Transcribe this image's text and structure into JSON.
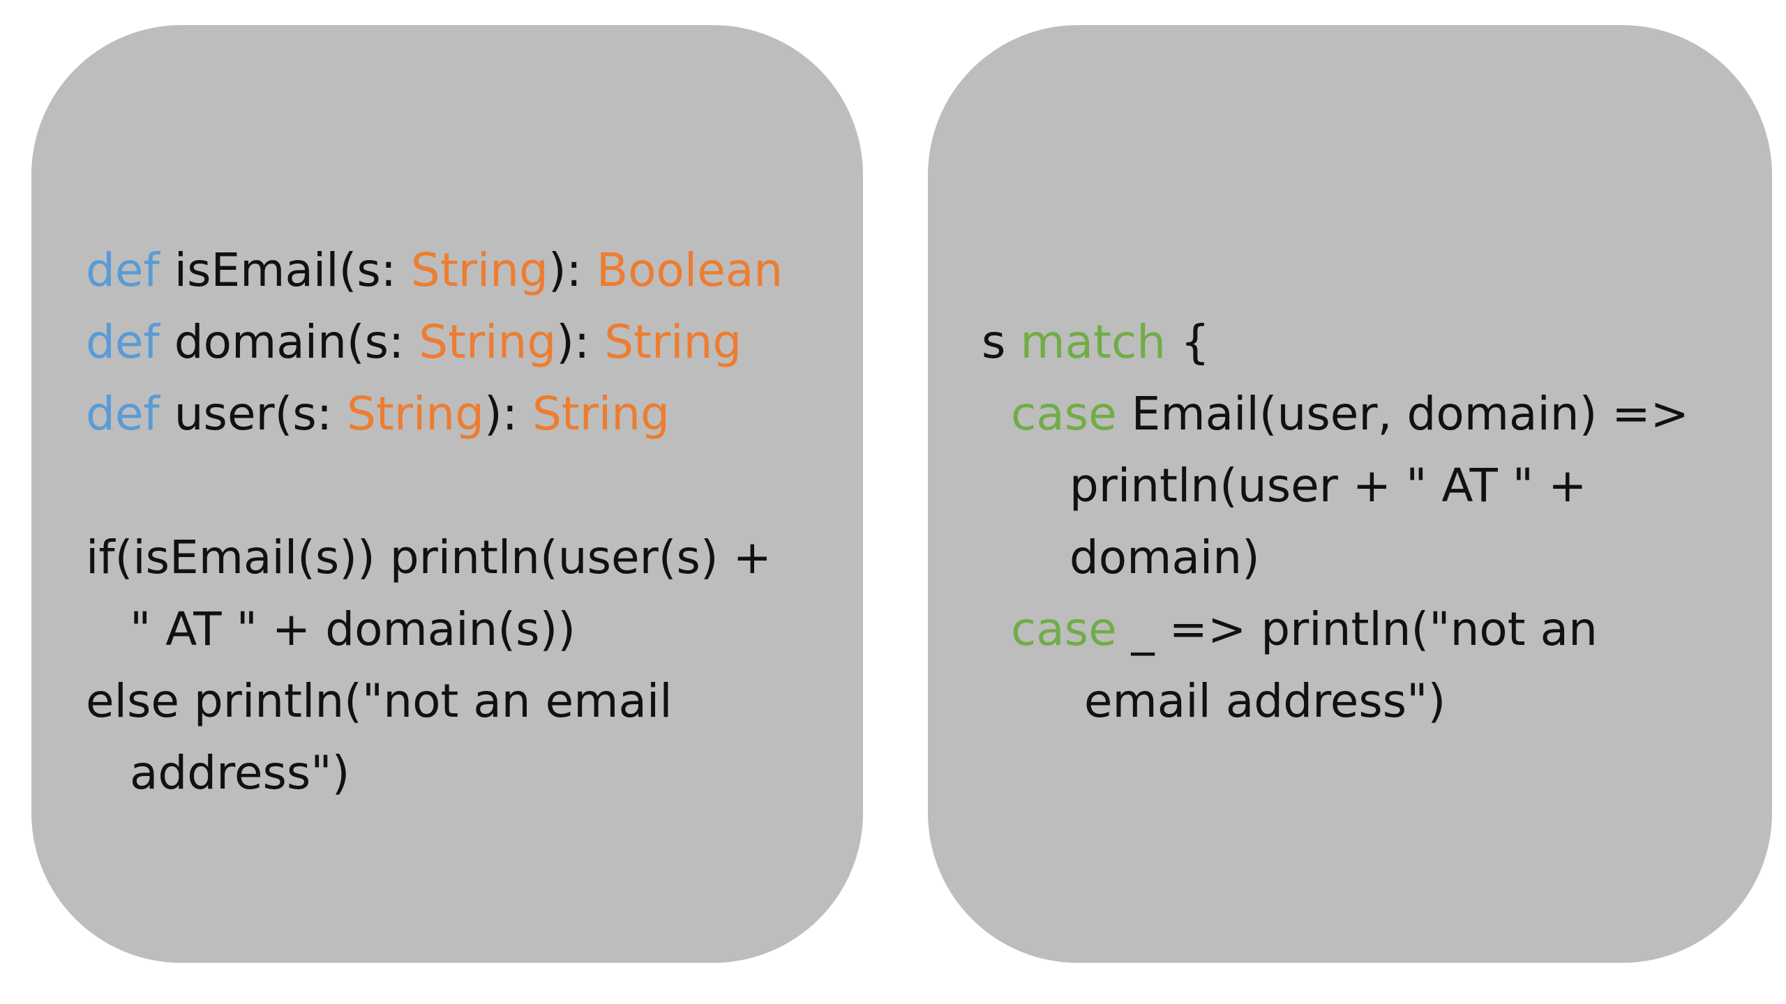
{
  "colors": {
    "panel_bg": "#bdbdbd",
    "keyword_def": "#5b9bd5",
    "type": "#ed7d31",
    "keyword_match": "#70ad47",
    "plain": "#111111"
  },
  "left_panel": {
    "lines": [
      [
        {
          "text": "def",
          "kind": "keyword_def"
        },
        {
          "text": " isEmail(s: ",
          "kind": "plain"
        },
        {
          "text": "String",
          "kind": "type"
        },
        {
          "text": "): ",
          "kind": "plain"
        },
        {
          "text": "Boolean",
          "kind": "type"
        }
      ],
      [
        {
          "text": "def",
          "kind": "keyword_def"
        },
        {
          "text": " domain(s: ",
          "kind": "plain"
        },
        {
          "text": "String",
          "kind": "type"
        },
        {
          "text": "): ",
          "kind": "plain"
        },
        {
          "text": "String",
          "kind": "type"
        }
      ],
      [
        {
          "text": "def",
          "kind": "keyword_def"
        },
        {
          "text": " user(s: ",
          "kind": "plain"
        },
        {
          "text": "String",
          "kind": "type"
        },
        {
          "text": "): ",
          "kind": "plain"
        },
        {
          "text": "String",
          "kind": "type"
        }
      ],
      [],
      [
        {
          "text": "if(isEmail(s)) println(user(s) +",
          "kind": "plain"
        }
      ],
      [
        {
          "text": "   \" AT \" + domain(s))",
          "kind": "plain"
        }
      ],
      [
        {
          "text": "else println(\"not an email",
          "kind": "plain"
        }
      ],
      [
        {
          "text": "   address\")",
          "kind": "plain"
        }
      ]
    ]
  },
  "right_panel": {
    "lines": [
      [
        {
          "text": "s ",
          "kind": "plain"
        },
        {
          "text": "match",
          "kind": "keyword_match"
        },
        {
          "text": " {",
          "kind": "plain"
        }
      ],
      [
        {
          "text": "  ",
          "kind": "plain"
        },
        {
          "text": "case",
          "kind": "keyword_match"
        },
        {
          "text": " Email(user, domain) =>",
          "kind": "plain"
        }
      ],
      [
        {
          "text": "      println(user + \" AT \" +",
          "kind": "plain"
        }
      ],
      [
        {
          "text": "      domain)",
          "kind": "plain"
        }
      ],
      [
        {
          "text": "  ",
          "kind": "plain"
        },
        {
          "text": "case",
          "kind": "keyword_match"
        },
        {
          "text": " _ => println(\"not an",
          "kind": "plain"
        }
      ],
      [
        {
          "text": "       email address\")",
          "kind": "plain"
        }
      ]
    ]
  }
}
